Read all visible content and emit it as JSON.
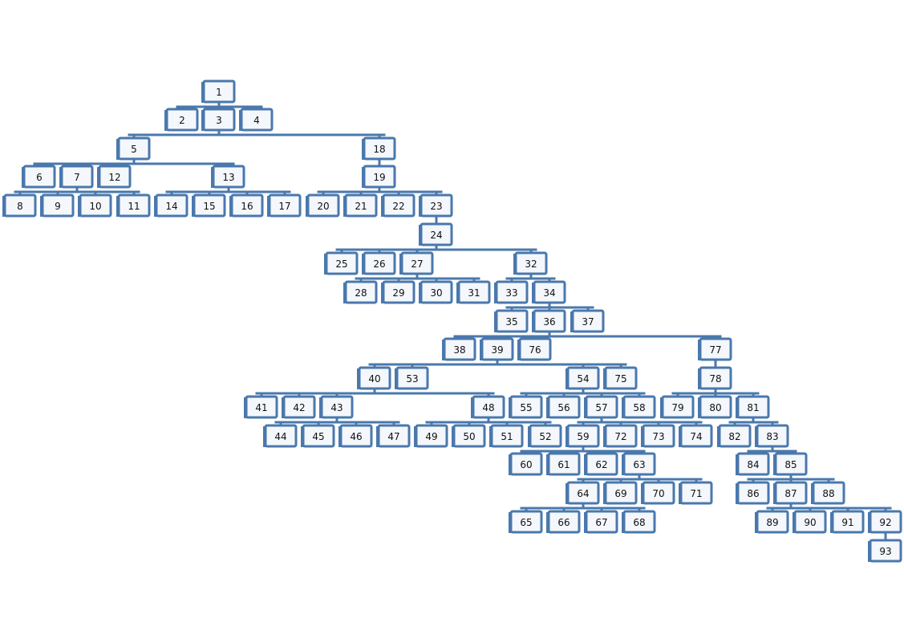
{
  "diagram": {
    "type": "tree",
    "colors": {
      "stroke": "#4a78ad",
      "fill": "#f4f7fb",
      "text": "#111111"
    },
    "nodes": [
      "1",
      "2",
      "3",
      "4",
      "5",
      "6",
      "7",
      "8",
      "9",
      "10",
      "11",
      "12",
      "13",
      "14",
      "15",
      "16",
      "17",
      "18",
      "19",
      "20",
      "21",
      "22",
      "23",
      "24",
      "25",
      "26",
      "27",
      "28",
      "29",
      "30",
      "31",
      "32",
      "33",
      "34",
      "35",
      "36",
      "37",
      "38",
      "39",
      "40",
      "41",
      "42",
      "43",
      "44",
      "45",
      "46",
      "47",
      "48",
      "49",
      "50",
      "51",
      "52",
      "53",
      "54",
      "55",
      "56",
      "57",
      "58",
      "59",
      "60",
      "61",
      "62",
      "63",
      "64",
      "65",
      "66",
      "67",
      "68",
      "69",
      "70",
      "71",
      "72",
      "73",
      "74",
      "75",
      "76",
      "77",
      "78",
      "79",
      "80",
      "81",
      "82",
      "83",
      "84",
      "85",
      "86",
      "87",
      "88",
      "89",
      "90",
      "91",
      "92",
      "93"
    ]
  }
}
